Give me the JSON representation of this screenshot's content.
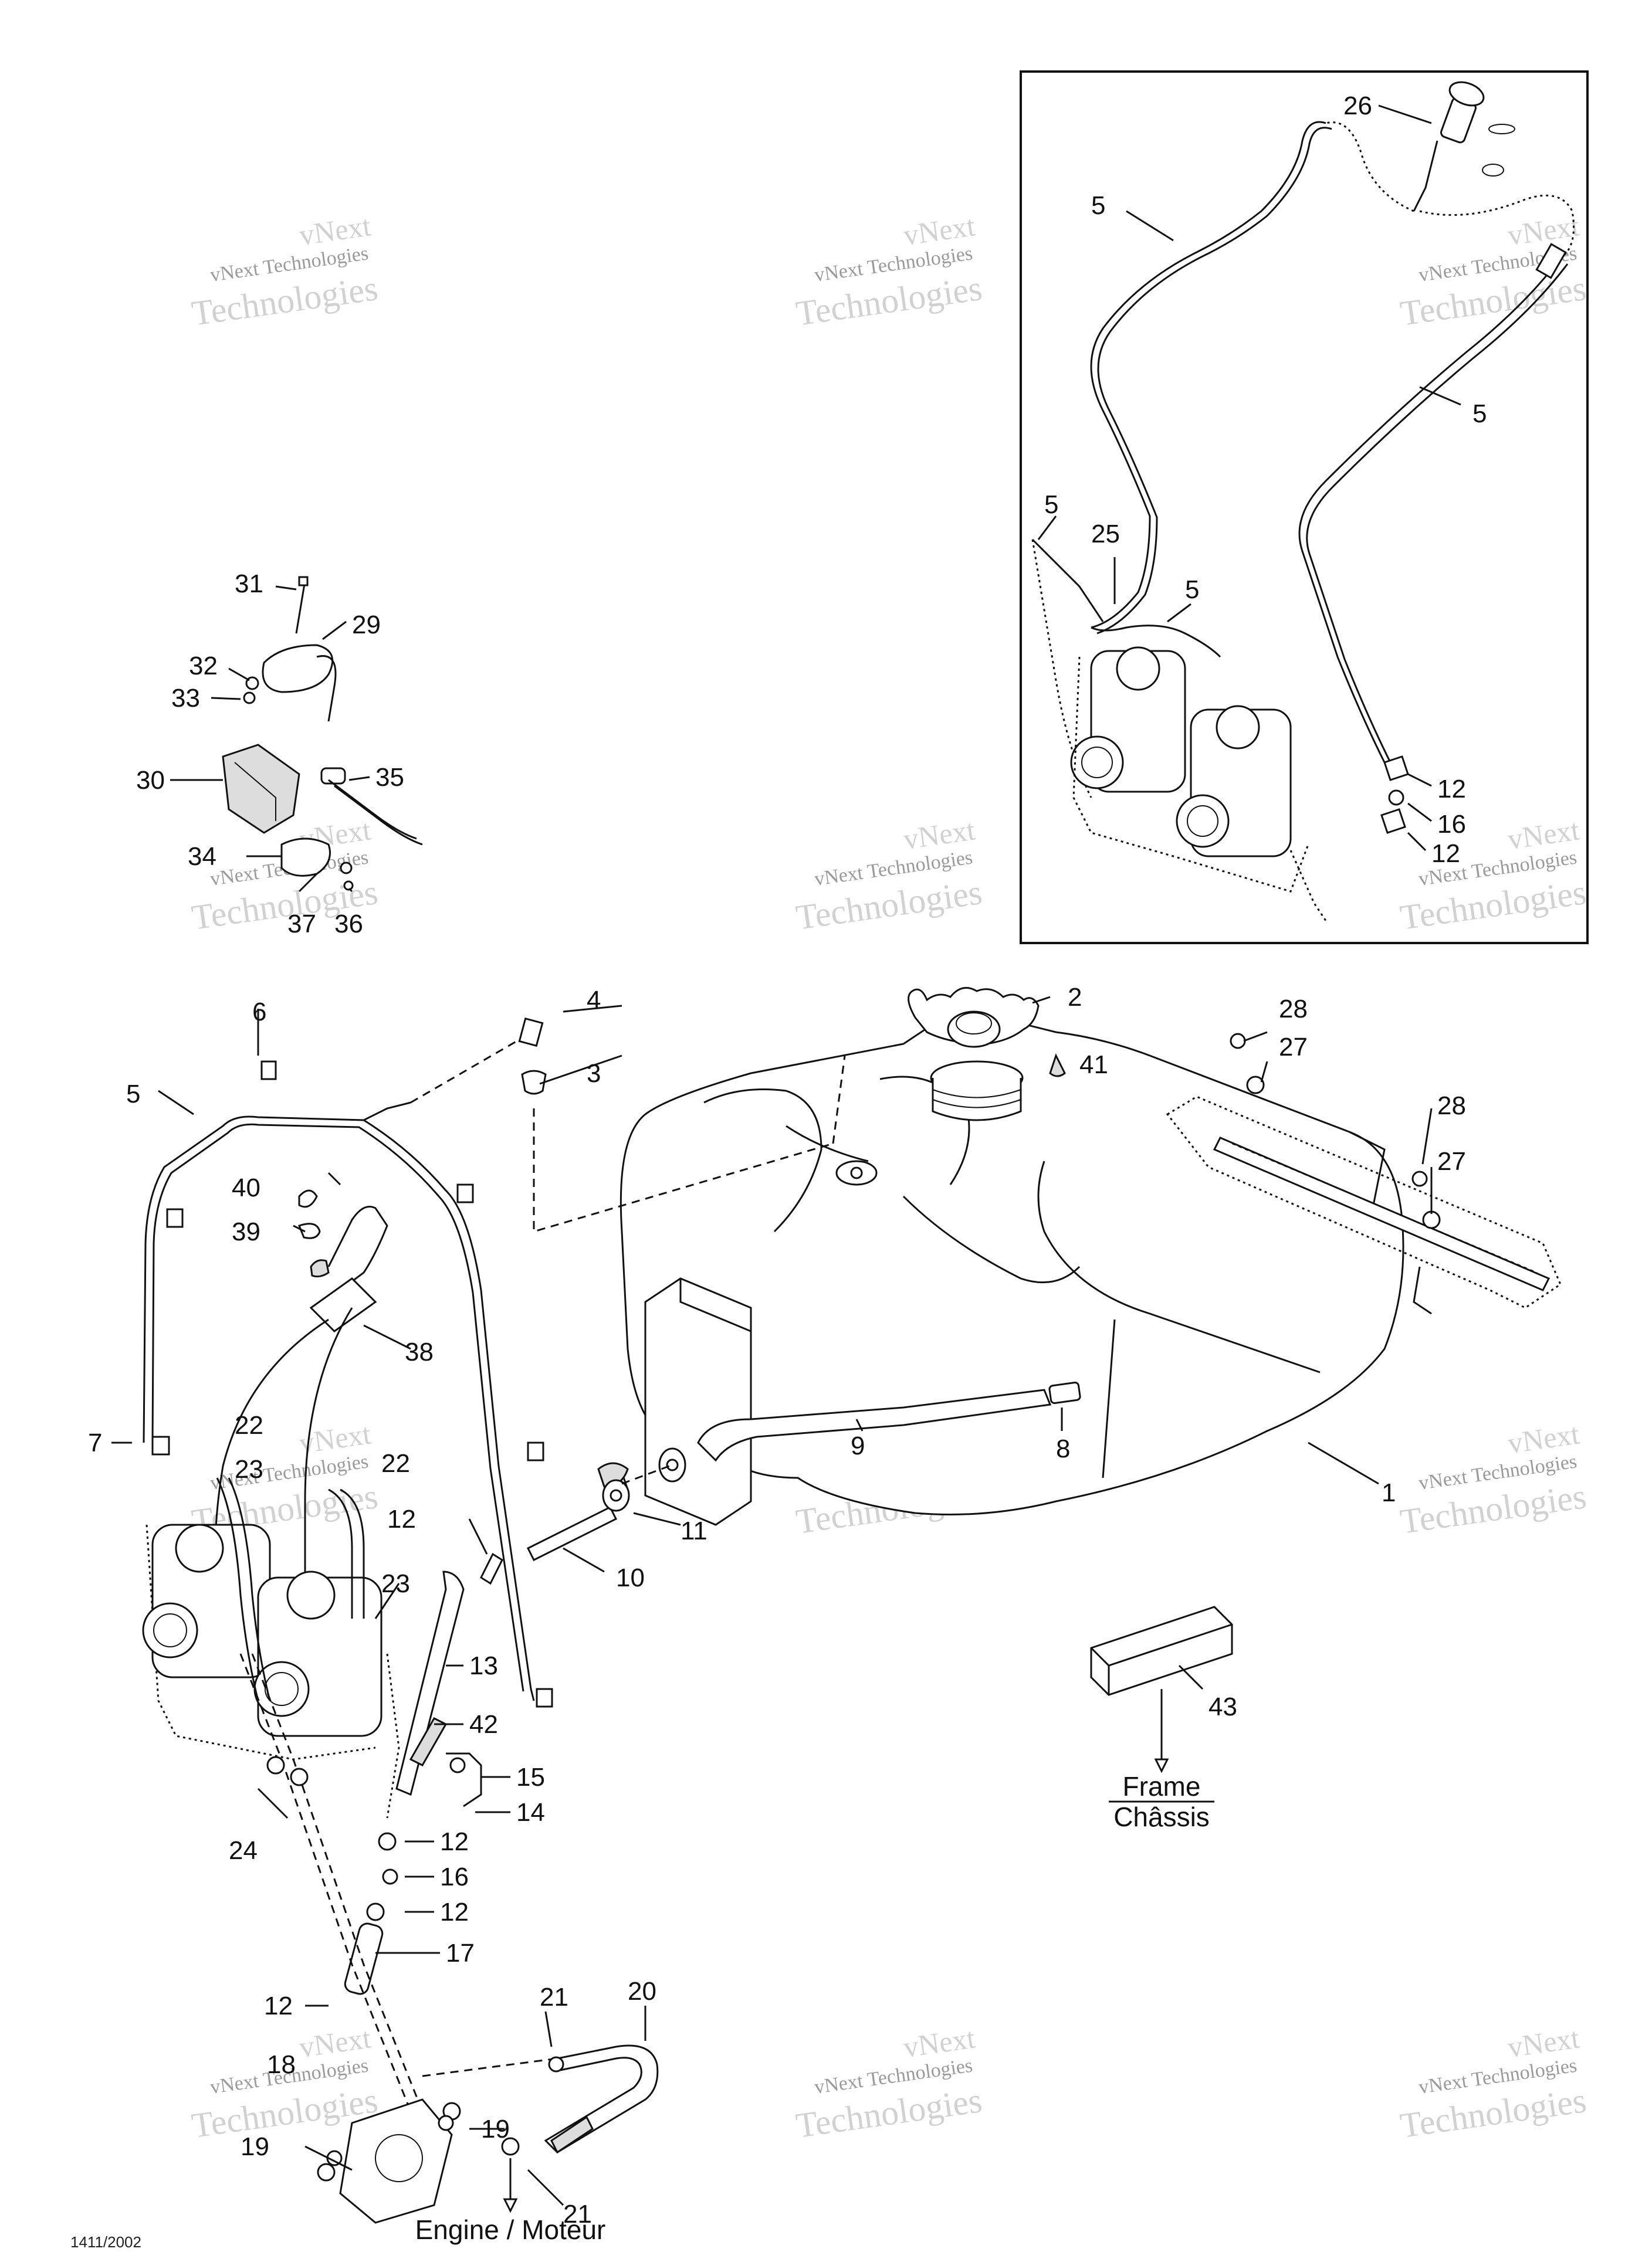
{
  "watermark": {
    "line1": "vNext Technologies",
    "line2": "vNext",
    "line3": "Technologies"
  },
  "captions": {
    "frame": "Frame",
    "chassis": "Châssis",
    "engine": "Engine / Moteur"
  },
  "doc_id": "1411/2002",
  "callouts": {
    "c1": "1",
    "c2": "2",
    "c3": "3",
    "c4": "4",
    "c5": "5",
    "c6": "6",
    "c7": "7",
    "c8": "8",
    "c9": "9",
    "c10": "10",
    "c11": "11",
    "c12": "12",
    "c13": "13",
    "c14": "14",
    "c15": "15",
    "c16": "16",
    "c17": "17",
    "c18": "18",
    "c19": "19",
    "c20": "20",
    "c21": "21",
    "c22": "22",
    "c23": "23",
    "c24": "24",
    "c25": "25",
    "c26": "26",
    "c27": "27",
    "c28": "28",
    "c29": "29",
    "c30": "30",
    "c31": "31",
    "c32": "32",
    "c33": "33",
    "c34": "34",
    "c35": "35",
    "c36": "36",
    "c37": "37",
    "c38": "38",
    "c39": "39",
    "c40": "40",
    "c41": "41",
    "c42": "42",
    "c43": "43"
  }
}
